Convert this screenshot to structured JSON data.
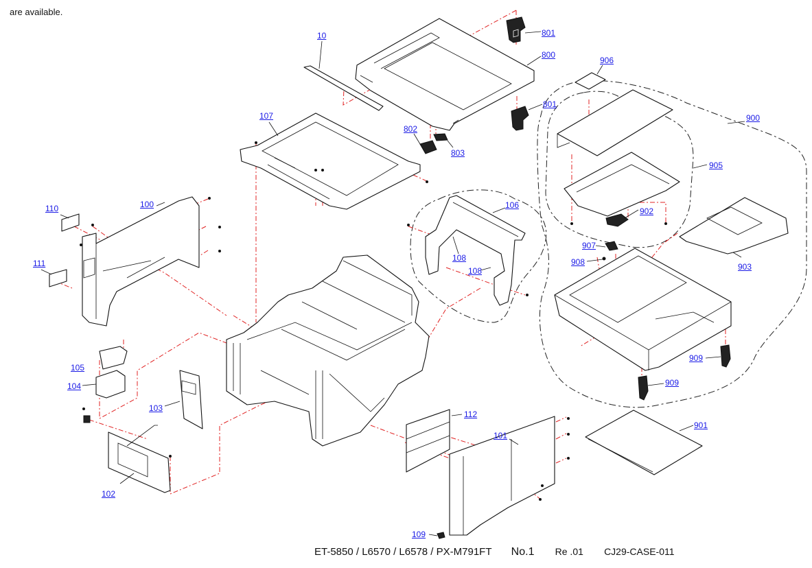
{
  "page": {
    "top_note": "are available."
  },
  "parts": [
    {
      "id": "10"
    },
    {
      "id": "800"
    },
    {
      "id": "801a",
      "label": "801"
    },
    {
      "id": "801b",
      "label": "801"
    },
    {
      "id": "802"
    },
    {
      "id": "803"
    },
    {
      "id": "107"
    },
    {
      "id": "100"
    },
    {
      "id": "110"
    },
    {
      "id": "111"
    },
    {
      "id": "106"
    },
    {
      "id": "108a",
      "label": "108"
    },
    {
      "id": "108b",
      "label": "108"
    },
    {
      "id": "105"
    },
    {
      "id": "104"
    },
    {
      "id": "103"
    },
    {
      "id": "102"
    },
    {
      "id": "112"
    },
    {
      "id": "101"
    },
    {
      "id": "109"
    },
    {
      "id": "906"
    },
    {
      "id": "900"
    },
    {
      "id": "905"
    },
    {
      "id": "902"
    },
    {
      "id": "903"
    },
    {
      "id": "907"
    },
    {
      "id": "908"
    },
    {
      "id": "909a",
      "label": "909"
    },
    {
      "id": "909b",
      "label": "909"
    },
    {
      "id": "901"
    }
  ],
  "labels": {
    "p10": "10",
    "p800": "800",
    "p801a": "801",
    "p801b": "801",
    "p802": "802",
    "p803": "803",
    "p107": "107",
    "p100": "100",
    "p110": "110",
    "p111": "111",
    "p106": "106",
    "p108a": "108",
    "p108b": "108",
    "p105": "105",
    "p104": "104",
    "p103": "103",
    "p102": "102",
    "p112": "112",
    "p101": "101",
    "p109": "109",
    "p906": "906",
    "p900": "900",
    "p905": "905",
    "p902": "902",
    "p903": "903",
    "p907": "907",
    "p908": "908",
    "p909a": "909",
    "p909b": "909",
    "p901": "901"
  },
  "colors": {
    "label": "#1a1ae6",
    "guide_line": "#e02020",
    "outline": "#111111"
  },
  "footer": {
    "models": "ET-5850 / L6570 / L6578 / PX-M791FT",
    "sheet_no": "No.1",
    "revision": "Re .01",
    "code": "CJ29-CASE-011"
  }
}
